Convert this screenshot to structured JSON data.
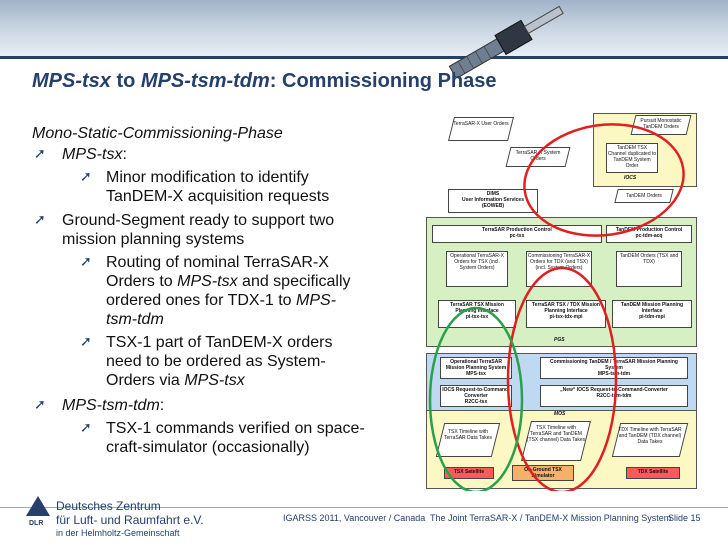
{
  "slide": {
    "title_a": "MPS-tsx",
    "title_to": " to ",
    "title_b": "MPS-tsm-tdm",
    "title_rest": ": Commissioning Phase"
  },
  "bullets": {
    "heading": "Mono-Static-Commissioning-Phase",
    "b1": "MPS-tsx",
    "b1_colon": ":",
    "b1_sub1_line1": "Minor modification to identify",
    "b1_sub1_line2": "TanDEM-X acquisition requests",
    "b2_line1": "Ground-Segment ready to support two",
    "b2_line2": "mission planning systems",
    "b2_sub1_line1": "Routing of nominal TerraSAR-X",
    "b2_sub1_line2a": "Orders to ",
    "b2_sub1_line2b": "MPS-tsx",
    "b2_sub1_line2c": " and specifically",
    "b2_sub1_line3a": "ordered ones for TDX-1 to ",
    "b2_sub1_line3b": "MPS-",
    "b2_sub1_line4": "tsm-tdm",
    "b2_sub2_line1": "TSX-1 part of TanDEM-X orders",
    "b2_sub2_line2": "need to be ordered as System-",
    "b2_sub2_line3a": "Orders via ",
    "b2_sub2_line3b": "MPS-tsx",
    "b3": "MPS-tsm-tdm",
    "b3_colon": ":",
    "b3_sub1_line1": "TSX-1 commands verified on space-",
    "b3_sub1_line2": "craft-simulator (occasionally)"
  },
  "diagram": {
    "terrasar_user_orders": "TerraSAR-X User Orders",
    "pursuit_orders": "Pursuit Monostatic TanDEM Orders",
    "terrasar_system_orders": "TerraSAR-X System Orders",
    "tdx_channel": "TanDEM TSX Channel duplicated to TanDEM System Order",
    "iocs": "IOCS",
    "tandem_orders": "TanDEM Orders",
    "dims_1": "DIMS",
    "dims_2": "User Information Services",
    "dims_3": "(EOWEB)",
    "tsx_prod_ctrl": "TerraSAR Production Control",
    "tsx_prod_ctrl_sub": "pc-tsx",
    "tdm_prod_ctrl": "TanDEM Production Control",
    "tdm_prod_ctrl_sub": "pc-tdm-acq",
    "op_orders": "Operational TerraSAR-X Orders for TSX (incl. System Orders)",
    "comm_orders": "Commissioning TerraSAR-X Orders for TDX (and TSX) (incl. System Orders)",
    "tdm_orders2": "TanDEM Orders (TSX and TDX)",
    "mpi_tsx": "TerraSAR TSX Mission Planning Interface",
    "mpi_tsx_sub": "pi-tsx-tsx",
    "mpi_tdx": "TerraSAR TSX / TDX Mission Planning Interface",
    "mpi_tdx_sub": "pi-tsx-tdx-mpi",
    "mpi_tdm": "TanDEM Mission Planning Interface",
    "mpi_tdm_sub": "pi-tdm-mpi",
    "pgs": "PGS",
    "mps_tsx": "Operational TerraSAR Mission Planning System",
    "mps_tsx_sub": "MPS-tsx",
    "mps_tdm": "Commissioning TanDEM / TerraSAR Mission Planning System",
    "mps_tdm_sub": "MPS-tsm-tdm",
    "r2cc_tsx": "IOCS Request-to-Command-Converter",
    "r2cc_tsx_sub": "R2CC-tsx",
    "r2cc_new": "„New“ IOCS Request-to-Command-Converter",
    "r2cc_new_sub": "R2CC-tsm-tdm",
    "mos": "MOS",
    "tl_tsx": "TSX Timeline with TerraSAR Data Takes",
    "tl_tdx": "TSX Timeline with TerraSAR and TanDEM (TSX channel) Data Takes",
    "tl_tdm": "TDX Timeline with TerraSAR and TanDEM (TDX channel) Data Takes",
    "tsx_sat": "TSX Satellite",
    "ground_sim": "On-Ground TSX Simulator",
    "tdx_sat": "TDX Satellite"
  },
  "footer": {
    "org1": "Deutsches Zentrum",
    "org2": "für Luft- und Raumfahrt e.V.",
    "org3": "in der Helmholtz-Gemeinschaft",
    "logo": "DLR",
    "conference": "IGARSS 2011, Vancouver / Canada",
    "talk": "The Joint TerraSAR-X / TanDEM-X Mission Planning System",
    "slide_no": "Slide 15"
  },
  "colors": {
    "title": "#24406b",
    "band_green": "#d7f0c3",
    "band_blue": "#bfd9f2",
    "band_yellow": "#fbf8c4",
    "satellite_red": "#ff5a5a",
    "simulator_orange": "#f5b06a",
    "ellipse_red": "#e02020",
    "ellipse_green": "#2aa04a"
  }
}
